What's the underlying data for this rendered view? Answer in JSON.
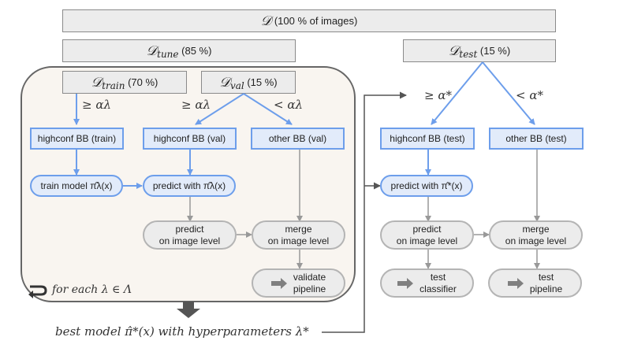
{
  "datasets": {
    "all": {
      "symbol": "𝒟",
      "sub": "",
      "pct": "(100 % of images)"
    },
    "tune": {
      "symbol": "𝒟",
      "sub": "tune",
      "pct": "(85 %)"
    },
    "train": {
      "symbol": "𝒟",
      "sub": "train",
      "pct": "(70 %)"
    },
    "val": {
      "symbol": "𝒟",
      "sub": "val",
      "pct": "(15 %)"
    },
    "test": {
      "symbol": "𝒟",
      "sub": "test",
      "pct": "(15 %)"
    }
  },
  "thresholds": {
    "train_ge": "≥ αλ",
    "val_ge": "≥ αλ",
    "val_lt": "< αλ",
    "test_ge": "≥ α*",
    "test_lt": "< α*"
  },
  "nodes": {
    "highconf_train": "highconf BB (train)",
    "highconf_val": "highconf BB (val)",
    "other_val": "other BB (val)",
    "highconf_test": "highconf BB (test)",
    "other_test": "other BB (test)",
    "train_model": "train model π̂λ(x)",
    "predict_val": "predict with π̂λ(x)",
    "predict_test": "predict with π̂*(x)",
    "predict_image_val": [
      "predict",
      "on image level"
    ],
    "merge_image_val": [
      "merge",
      "on image level"
    ],
    "validate_pipeline": [
      "validate",
      "pipeline"
    ],
    "predict_image_test": [
      "predict",
      "on image level"
    ],
    "merge_image_test": [
      "merge",
      "on image level"
    ],
    "test_classifier": [
      "test",
      "classifier"
    ],
    "test_pipeline": [
      "test",
      "pipeline"
    ]
  },
  "loop_label": "for each λ ∈ Λ",
  "best_model_label": "best model π̂*(x) with hyperparameters λ*",
  "colors": {
    "blue": "#6d9eeb",
    "blue_fill": "#e2ebfa",
    "gray_fill": "#ececec",
    "gray_line": "#999999",
    "loop_fill": "#f9f5f0",
    "dark": "#555555"
  }
}
